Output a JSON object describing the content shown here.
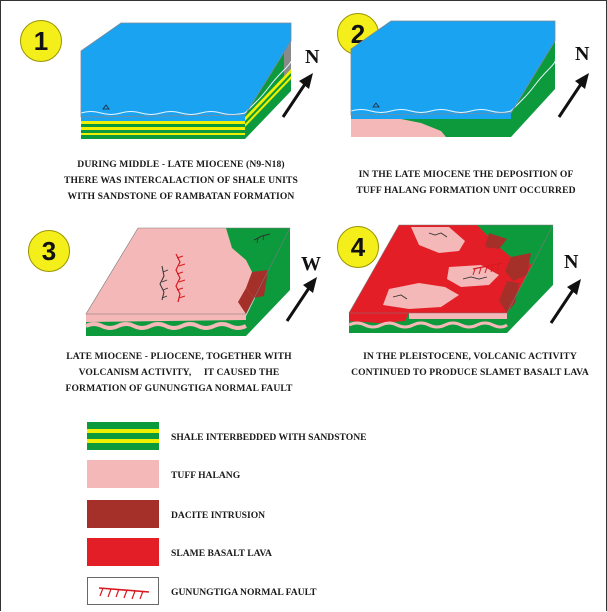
{
  "panels": [
    {
      "number": "1",
      "direction": "N",
      "caption": [
        "DURING MIDDLE - LATE MIOCENE (N9-N18)",
        "THERE WAS INTERCALACTION OF SHALE UNITS",
        "WITH SANDSTONE OF RAMBATAN FORMATION"
      ]
    },
    {
      "number": "2",
      "direction": "N",
      "caption": [
        "IN THE LATE MIOCENE THE DEPOSITION OF",
        "TUFF HALANG FORMATION UNIT OCCURRED"
      ]
    },
    {
      "number": "3",
      "direction": "W",
      "caption": [
        "LATE MIOCENE - PLIOCENE, TOGETHER WITH",
        "VOLCANISM ACTIVITY,     IT CAUSED THE",
        "FORMATION OF GUNUNGTIGA NORMAL FAULT"
      ]
    },
    {
      "number": "4",
      "direction": "N",
      "caption": [
        "IN THE PLEISTOCENE, VOLCANIC ACTIVITY",
        "CONTINUED TO PRODUCE SLAMET BASALT LAVA"
      ]
    }
  ],
  "legend": [
    {
      "label": "SHALE INTERBEDDED WITH SANDSTONE",
      "swatch": "shale-sandstone"
    },
    {
      "label": "TUFF HALANG",
      "swatch": "tuff"
    },
    {
      "label": "DACITE INTRUSION",
      "swatch": "dacite"
    },
    {
      "label": "SLAME BASALT LAVA",
      "swatch": "basalt"
    },
    {
      "label": "GUNUNGTIGA NORMAL FAULT",
      "swatch": "fault"
    }
  ],
  "colors": {
    "sea": "#1aa3f0",
    "green": "#0c9a3c",
    "yellow": "#f0f000",
    "tuff": "#f4b8b8",
    "dacite": "#a5302a",
    "basalt": "#e41e26",
    "fault": "#d71920",
    "badge": "#f4ef1a"
  }
}
